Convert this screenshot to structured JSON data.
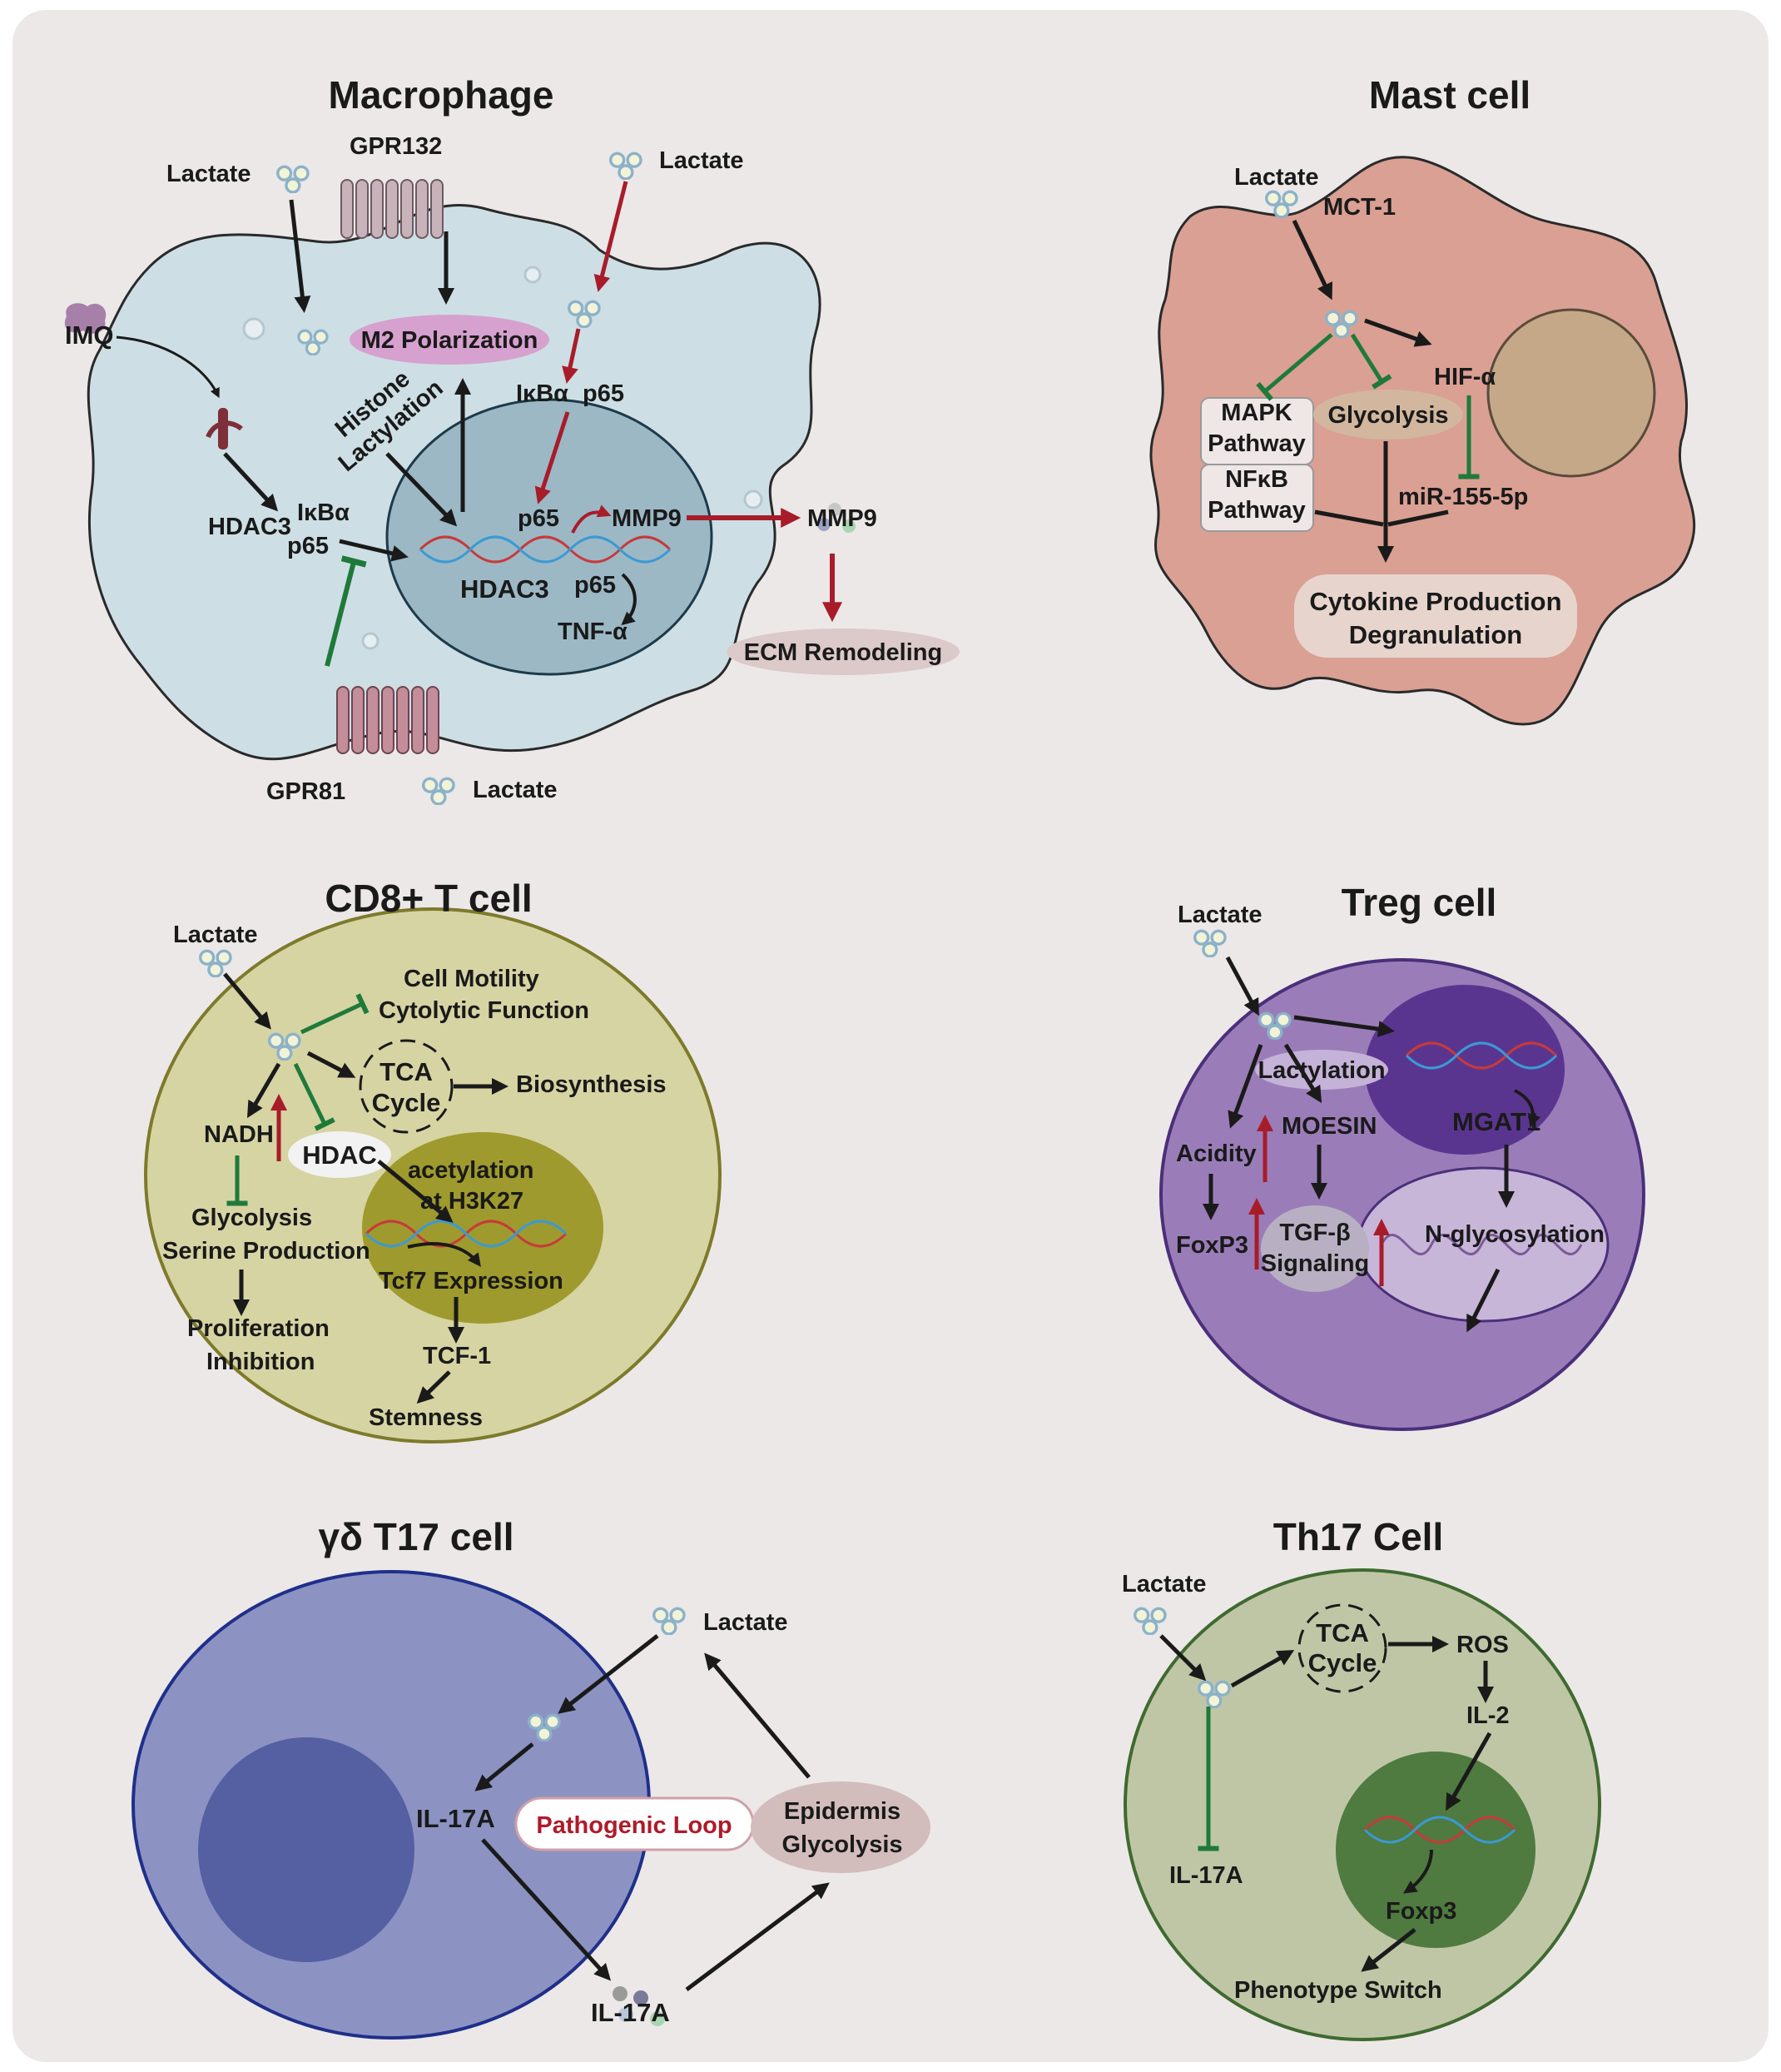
{
  "macrophage": {
    "title": "Macrophage",
    "lactate_1": "Lactate",
    "lactate_2": "Lactate",
    "lactate_3": "Lactate",
    "gpr132": "GPR132",
    "gpr81": "GPR81",
    "imq": "IMQ",
    "m2": "M2 Polarization",
    "histone_1": "Histone",
    "histone_2": "Lactylation",
    "ikba_1": "IκBα",
    "p65_1": "p65",
    "hdac3_1": "HDAC3",
    "ikba_2": "IκBα",
    "p65_2": "p65",
    "p65_3": "p65",
    "mmp9_1": "MMP9",
    "hdac3_2": "HDAC3",
    "p65_4": "p65",
    "tnf": "TNF-α",
    "mmp9_2": "MMP9",
    "ecm": "ECM Remodeling"
  },
  "mast": {
    "title": "Mast cell",
    "lactate": "Lactate",
    "mct1": "MCT-1",
    "hif": "HIF-α",
    "mapk_1": "MAPK",
    "mapk_2": "Pathway",
    "glycolysis": "Glycolysis",
    "nfkb_1": "NFκB",
    "nfkb_2": "Pathway",
    "mir": "miR-155-5p",
    "cytokine_1": "Cytokine Production",
    "cytokine_2": "Degranulation"
  },
  "cd8": {
    "title": "CD8+ T cell",
    "lactate": "Lactate",
    "motility_1": "Cell Motility",
    "motility_2": "Cytolytic Function",
    "tca_1": "TCA",
    "tca_2": "Cycle",
    "biosynthesis": "Biosynthesis",
    "nadh": "NADH",
    "hdac": "HDAC",
    "acetyl_1": "acetylation",
    "acetyl_2": "at H3K27",
    "glyco_1": "Glycolysis",
    "glyco_2": "Serine Production",
    "tcf7": "Tcf7 Expression",
    "prolif_1": "Proliferation",
    "prolif_2": "Inhibition",
    "tcf1": "TCF-1",
    "stemness": "Stemness"
  },
  "treg": {
    "title": "Treg cell",
    "lactate": "Lactate",
    "lactylation": "Lactylation",
    "moesin": "MOESIN",
    "mgat1": "MGAT1",
    "acidity": "Acidity",
    "foxp3": "FoxP3",
    "tgf_1": "TGF-β",
    "tgf_2": "Signaling",
    "nglyco": "N-glycosylation"
  },
  "gd": {
    "title": "γδ T17 cell",
    "lactate": "Lactate",
    "il17a_1": "IL-17A",
    "loop": "Pathogenic Loop",
    "epi_1": "Epidermis",
    "epi_2": "Glycolysis",
    "il17a_2": "IL-17A"
  },
  "th17": {
    "title": "Th17 Cell",
    "lactate": "Lactate",
    "tca_1": "TCA",
    "tca_2": "Cycle",
    "ros": "ROS",
    "il2": "IL-2",
    "il17a": "IL-17A",
    "foxp3": "Foxp3",
    "switch": "Phenotype Switch"
  },
  "colors": {
    "background": "#ece8e8",
    "macrophage_cell": "#cddfe4",
    "macrophage_nucleus": "#9cb8c5",
    "mast_cell": "#d9a093",
    "mast_nucleus": "#c4a888",
    "cd8_cell": "#d6d4a3",
    "cd8_nucleus": "#9f9a2d",
    "treg_cell": "#9a7db8",
    "treg_nucleus": "#5a3590",
    "gd_cell": "#8c93c3",
    "gd_nucleus": "#5560a3",
    "th17_cell": "#bfc6a5",
    "th17_nucleus": "#4f7a40",
    "arrow_black": "#1a1a1a",
    "arrow_red": "#a81c2a",
    "inhibit_green": "#1f7a3a"
  }
}
